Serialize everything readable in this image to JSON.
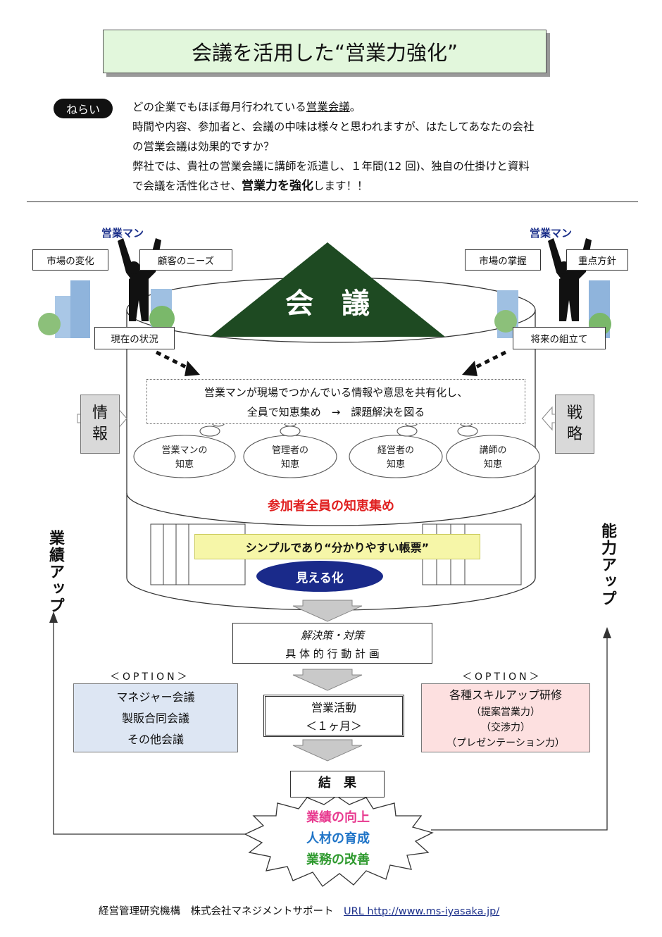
{
  "title": "会議を活用した“営業力強化”",
  "aim": {
    "badge": "ねらい",
    "line1_pre": "どの企業でもほぼ毎月行われている",
    "line1_u": "営業会議",
    "line1_post": "。",
    "line2": "時間や内容、参加者と、会議の中味は様々と思われますが、はたしてあなたの会社",
    "line3": "の営業会議は効果的ですか？",
    "line4": "弊社では、貴社の営業会議に講師を派遣し、１年間(12 回)、独自の仕掛けと資料",
    "line5_pre": "で会議を活性化させ、",
    "line5_b": "営業力を強化",
    "line5_post": "します！！"
  },
  "left_person": {
    "label": "営業マン",
    "box1": "市場の変化",
    "box2": "顧客のニーズ",
    "box3": "現在の状況"
  },
  "right_person": {
    "label": "営業マン",
    "box1": "市場の掌握",
    "box2": "重点方針",
    "box3": "将来の組立て"
  },
  "meeting": "会　議",
  "share_line1": "営業マンが現場でつかんでいる情報や意思を共有化し、",
  "share_line2": "全員で知恵集め　→　課題解決を図る",
  "info_tag": [
    "情",
    "報"
  ],
  "strategy_tag": [
    "戦",
    "略"
  ],
  "thoughts": [
    {
      "l1": "営業マンの",
      "l2": "知恵"
    },
    {
      "l1": "管理者の",
      "l2": "知恵"
    },
    {
      "l1": "経営者の",
      "l2": "知恵"
    },
    {
      "l1": "講師の",
      "l2": "知恵"
    }
  ],
  "gather": "参加者全員の知恵集め",
  "simple": "シンプルであり“分かりやすい帳票”",
  "visible": "見える化",
  "solution_line1": "解決策・対策",
  "solution_line2": "具 体 的 行 動 計 画",
  "left_vertical": "業績アップ",
  "right_vertical": "能力アップ",
  "option_left": {
    "label": "＜OPTION＞",
    "items": [
      "マネジャー会議",
      "製販合同会議",
      "その他会議"
    ]
  },
  "option_right": {
    "label": "＜OPTION＞",
    "items": [
      "各種スキルアップ研修",
      "（提案営業力）",
      "（交渉力）",
      "（プレゼンテーション力）"
    ]
  },
  "sales_activity_line1": "営業活動",
  "sales_activity_line2": "＜１ヶ月＞",
  "result": "結　果",
  "outcomes": [
    "業績の向上",
    "人材の育成",
    "業務の改善"
  ],
  "colors": {
    "outcome1": "#e8398f",
    "outcome2": "#1f74c7",
    "outcome3": "#2f9a2f",
    "meeting": "#1e4a22",
    "gather": "#e02020"
  },
  "footer": {
    "org": "経営管理研究機構　株式会社マネジメントサポート　",
    "url": "URL http://www.ms-iyasaka.jp/"
  }
}
